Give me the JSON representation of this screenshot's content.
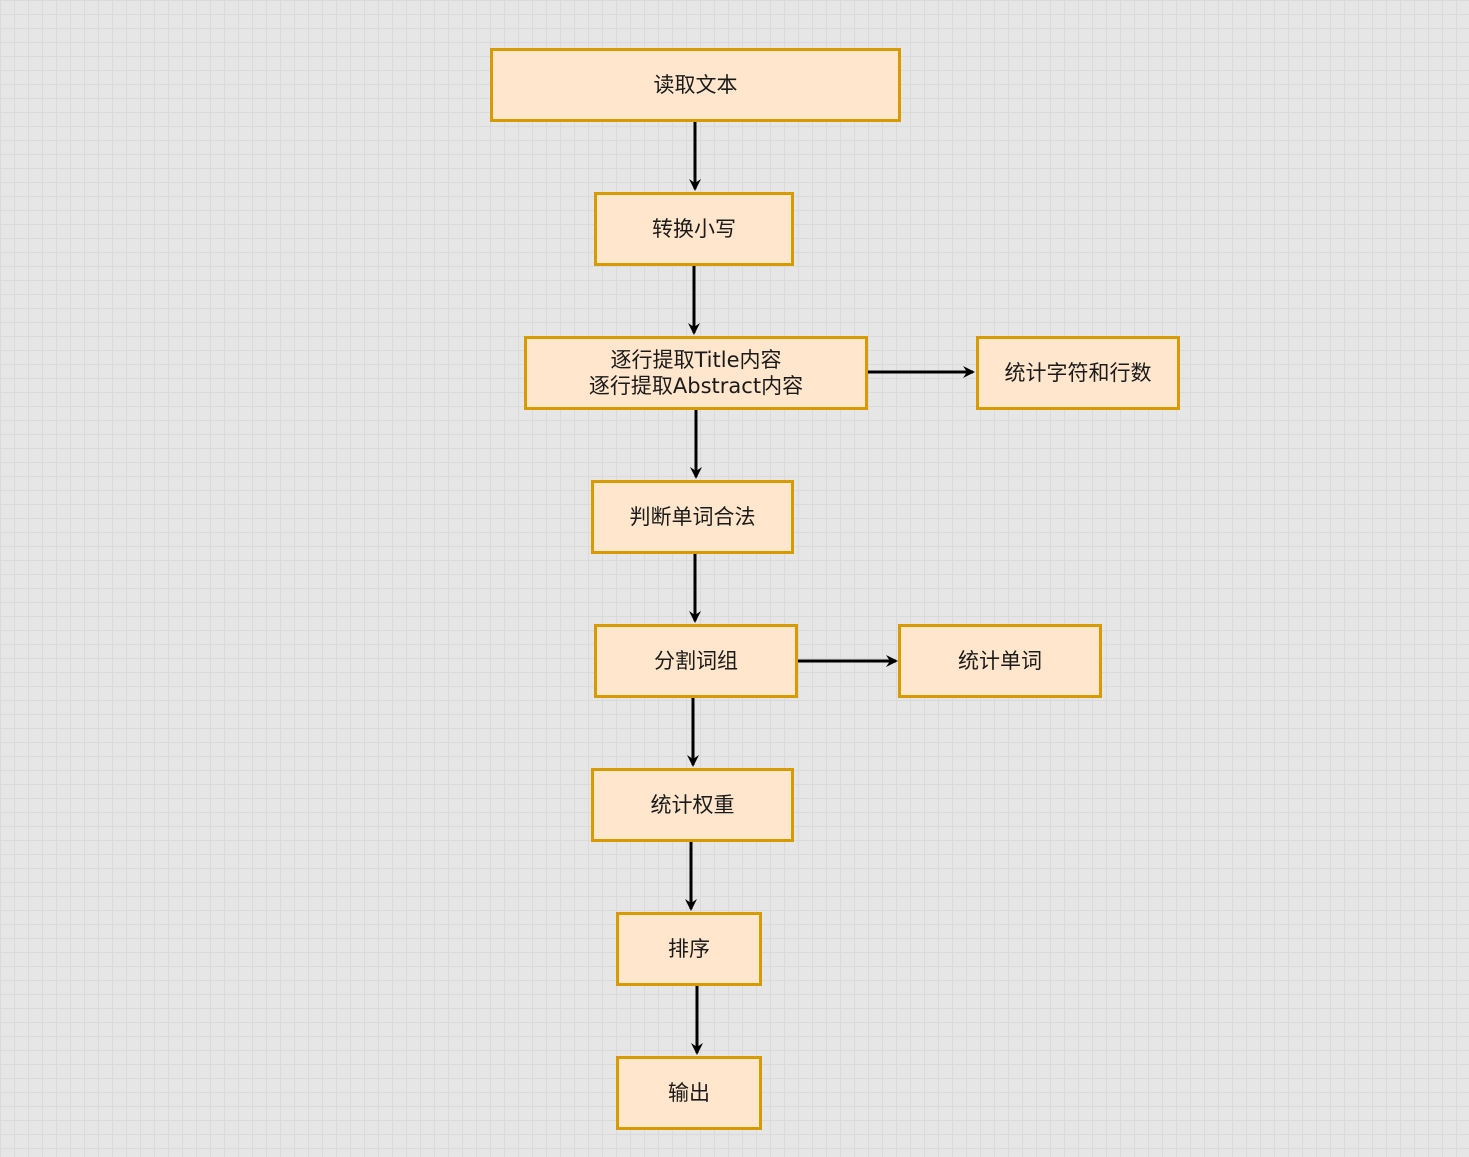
{
  "diagram": {
    "nodes": {
      "read": {
        "label": "读取文本"
      },
      "lower": {
        "label": "转换小写"
      },
      "extract": {
        "line1": "逐行提取Title内容",
        "line2": "逐行提取Abstract内容"
      },
      "count_chars": {
        "label": "统计字符和行数"
      },
      "validate": {
        "label": "判断单词合法"
      },
      "split": {
        "label": "分割词组"
      },
      "count_words": {
        "label": "统计单词"
      },
      "weight": {
        "label": "统计权重"
      },
      "sort": {
        "label": "排序"
      },
      "output": {
        "label": "输出"
      }
    },
    "edges": [
      {
        "from": "read",
        "to": "lower"
      },
      {
        "from": "lower",
        "to": "extract"
      },
      {
        "from": "extract",
        "to": "count_chars"
      },
      {
        "from": "extract",
        "to": "validate"
      },
      {
        "from": "validate",
        "to": "split"
      },
      {
        "from": "split",
        "to": "count_words"
      },
      {
        "from": "split",
        "to": "weight"
      },
      {
        "from": "weight",
        "to": "sort"
      },
      {
        "from": "sort",
        "to": "output"
      }
    ],
    "colors": {
      "node_fill": "#ffe6cc",
      "node_border": "#d79b00",
      "edge": "#000000",
      "background": "#e6e6e6"
    }
  }
}
